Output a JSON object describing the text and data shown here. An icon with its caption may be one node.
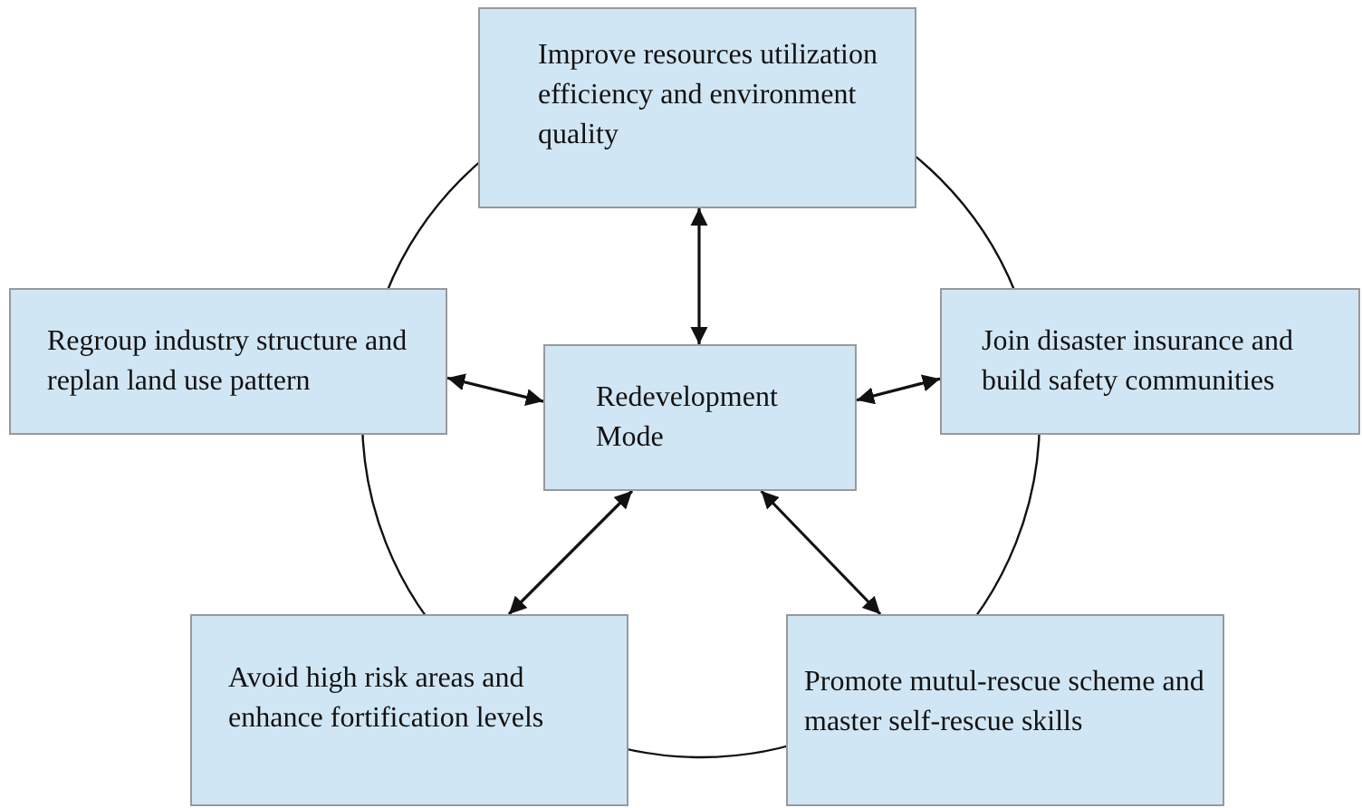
{
  "diagram": {
    "nodes": [
      {
        "text": [
          "Improve resources utilization efficiency and environment quality"
        ]
      },
      {
        "text": [
          "Regroup industry structure and replan land use pattern"
        ]
      },
      {
        "text": [
          "Redevelopment Mode"
        ]
      },
      {
        "text": [
          "Join disaster insurance and build safety communities"
        ]
      },
      {
        "text": [
          "Avoid high risk areas and enhance fortification levels"
        ]
      },
      {
        "text": [
          "Promote mutul-rescue scheme and master self-rescue skills"
        ]
      }
    ],
    "edges": [
      {
        "from": 2,
        "to": 0,
        "arrow": "both"
      },
      {
        "from": 2,
        "to": 1,
        "arrow": "both"
      },
      {
        "from": 2,
        "to": 3,
        "arrow": "both"
      },
      {
        "from": 2,
        "to": 4,
        "arrow": "both"
      },
      {
        "from": 2,
        "to": 5,
        "arrow": "both"
      }
    ]
  }
}
